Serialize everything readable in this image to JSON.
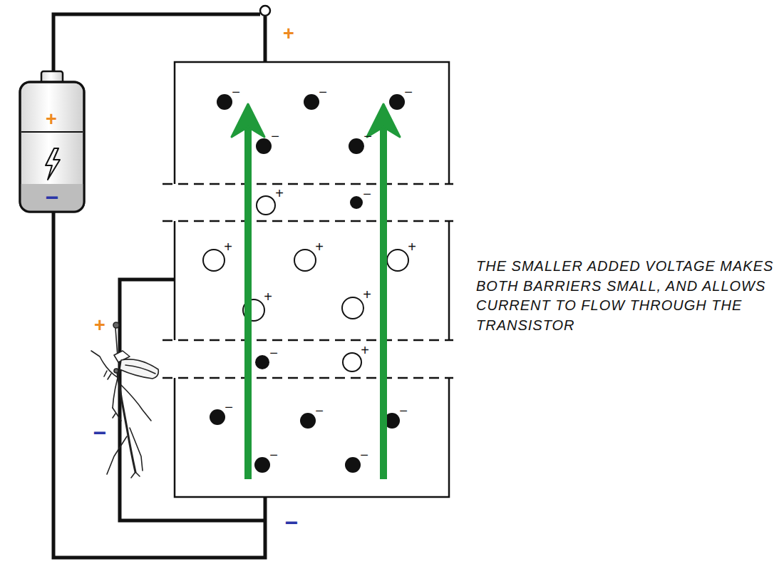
{
  "diagram": {
    "caption": "THE SMALLER ADDED VOLTAGE MAKES BOTH BARRIERS SMALL, AND ALLOWS CURRENT TO FLOW THROUGH THE TRANSISTOR",
    "labels": [
      "+",
      "+",
      "−",
      "−",
      "−",
      "−",
      "−",
      "+",
      "−",
      "−",
      "+",
      "+",
      "+",
      "+",
      "+",
      "+",
      "−",
      "+",
      "−",
      "−",
      "−",
      "−",
      "−",
      "−",
      "−"
    ]
  }
}
